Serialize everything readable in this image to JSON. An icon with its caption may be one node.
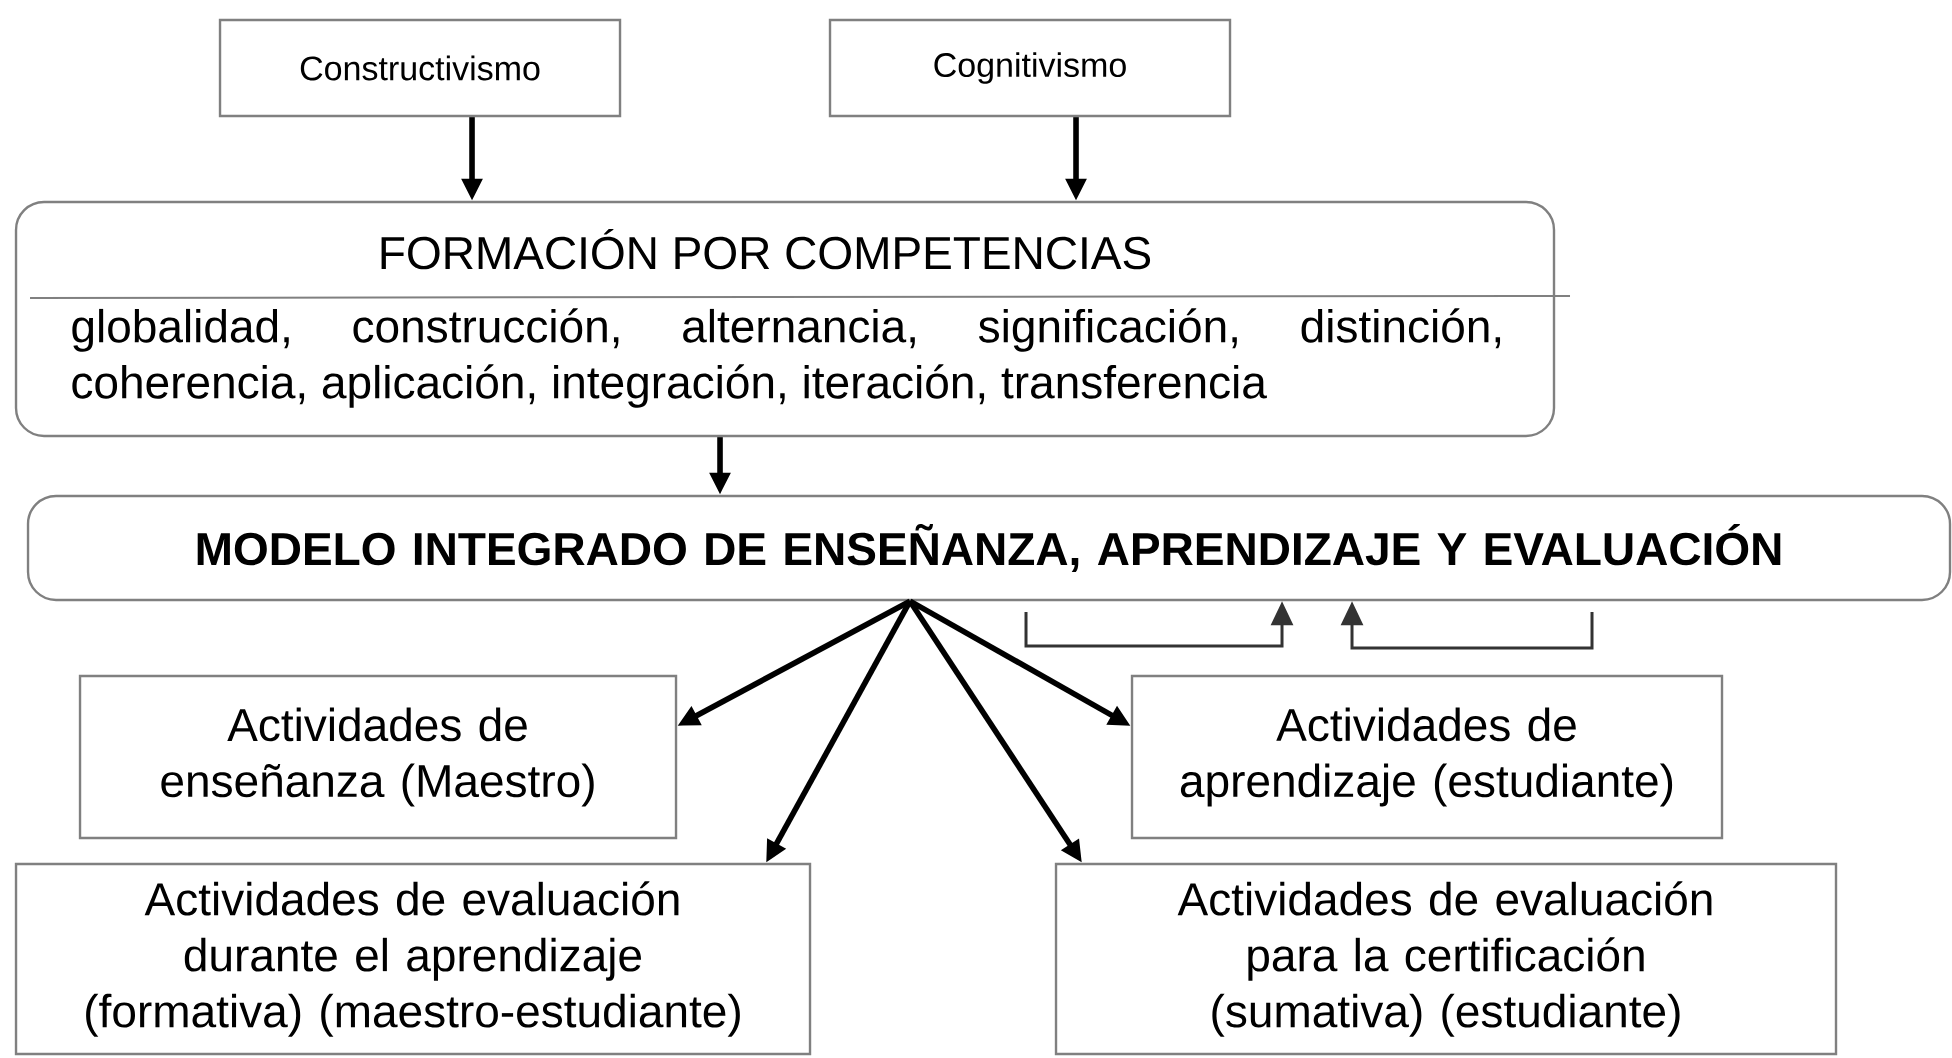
{
  "diagram": {
    "nodes": [
      {
        "text": [
          "Constructivismo"
        ]
      },
      {
        "text": [
          "Cognitivismo"
        ]
      },
      {
        "text": [
          "FORMACIÓN POR COMPETENCIAS",
          "globalidad, construcción, alternancia, significación, distinción, coherencia, aplicación, integración, iteración, transferencia"
        ]
      },
      {
        "text": [
          "MODELO INTEGRADO DE ENSEÑANZA, APRENDIZAJE Y EVALUACIÓN"
        ]
      },
      {
        "text": [
          "Actividades de enseñanza (Maestro)"
        ]
      },
      {
        "text": [
          "Actividades de aprendizaje (estudiante)"
        ]
      },
      {
        "text": [
          "Actividades de evaluación durante el aprendizaje (formativa) (maestro-estudiante)"
        ]
      },
      {
        "text": [
          "Actividades de evaluación para la certificación (sumativa) (estudiante)"
        ]
      }
    ],
    "edges": [
      {
        "from": 0,
        "to": 2,
        "arrow": "to"
      },
      {
        "from": 1,
        "to": 2,
        "arrow": "to"
      },
      {
        "from": 2,
        "to": 3,
        "arrow": "to"
      },
      {
        "from": 3,
        "to": 4,
        "arrow": "to"
      },
      {
        "from": 3,
        "to": 6,
        "arrow": "to"
      },
      {
        "from": 3,
        "to": 7,
        "arrow": "to"
      },
      {
        "from": 3,
        "to": 5,
        "arrow": "to"
      },
      {
        "from": null,
        "to": 3,
        "arrow": "to"
      },
      {
        "from": null,
        "to": 3,
        "arrow": "to"
      }
    ]
  }
}
